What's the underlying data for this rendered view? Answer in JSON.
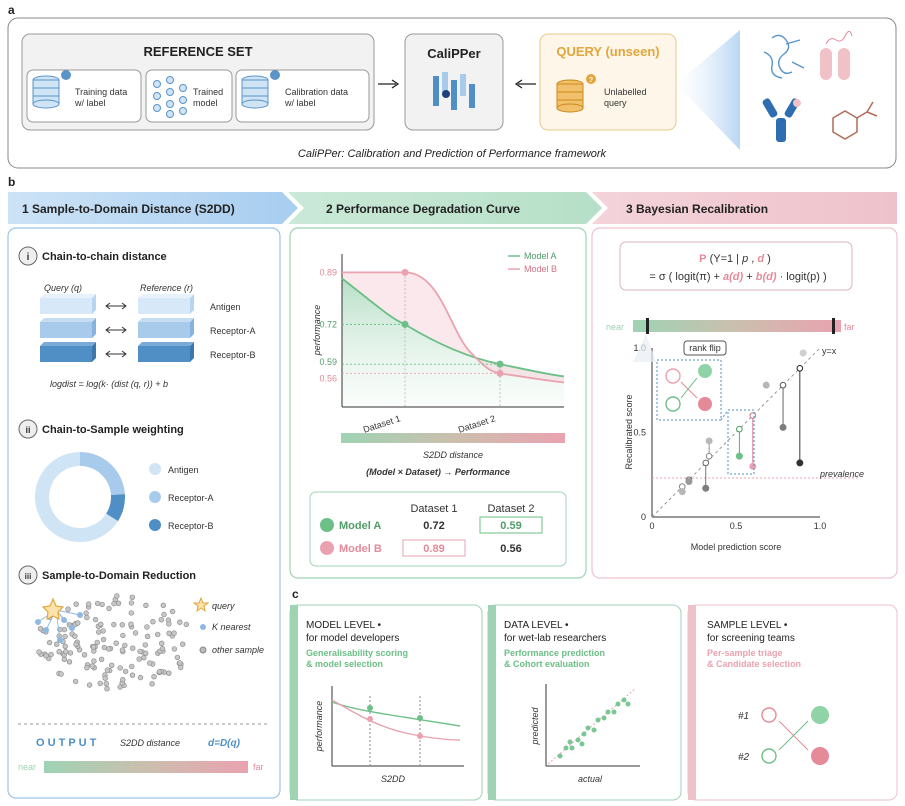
{
  "panel_a": {
    "letter": "a",
    "reference_title": "REFERENCE SET",
    "training_line1": "Training data",
    "training_line2": "w/ label",
    "trained_line1": "Trained",
    "trained_line2": "model",
    "calib_line1": "Calibration data",
    "calib_line2": "w/ label",
    "calipper": "CaliPPer",
    "query_title": "QUERY (unseen)",
    "unlabelled_line1": "Unlabelled",
    "unlabelled_line2": "query",
    "caption": "CaliPPer: Calibration and Prediction of Performance framework"
  },
  "panel_b": {
    "letter": "b",
    "col1_header": "1   Sample-to-Domain Distance  (S2DD)",
    "col2_header": "2  Performance Degradation Curve",
    "col3_header": "3   Bayesian Recalibration",
    "s1": {
      "num": "i",
      "title": "Chain-to-chain distance",
      "query_label": "Query (q)",
      "ref_label": "Reference (r)",
      "chains": [
        "Antigen",
        "Receptor-A",
        "Receptor-B"
      ],
      "formula": "logdist = log(k· (dist (q, r)) + b"
    },
    "s2": {
      "num": "ii",
      "title": "Chain-to-Sample weighting",
      "legend": [
        "Antigen",
        "Receptor-A",
        "Receptor-B"
      ],
      "weights": [
        0.66,
        0.24,
        0.1
      ],
      "colors": [
        "#cfe4f5",
        "#a9cbeb",
        "#4f8fc6"
      ]
    },
    "s3": {
      "num": "iii",
      "title": "Sample-to-Domain Reduction",
      "legend": [
        "query",
        "K nearest",
        "other sample"
      ]
    },
    "output": {
      "label": "O U T P U T",
      "s2dd": "S2DD distance",
      "formula": "d=D(q)",
      "near": "near",
      "far": "far"
    },
    "curve": {
      "ylabel": "performance",
      "ticks": [
        "0.89",
        "0.72",
        "0.59",
        "0.56"
      ],
      "xcats": [
        "Dataset 1",
        "Dataset 2"
      ],
      "legend_a": "Model A",
      "legend_b": "Model B",
      "axis_title": "S2DD distance",
      "subtitle": "(Model × Dataset) → Performance"
    },
    "table": {
      "headers": [
        "Dataset 1",
        "Dataset 2"
      ],
      "rows": [
        {
          "model": "Model A",
          "v1": "0.72",
          "v2": "0.59"
        },
        {
          "model": "Model B",
          "v1": "0.89",
          "v2": "0.56"
        }
      ]
    },
    "recal": {
      "eq_p": "P",
      "eq_cond": "(Y=1 | ",
      "eq_p2": "p",
      "eq_comma": " , ",
      "eq_d": "d",
      "eq_close": " )",
      "eq_line2_a": "= σ ( logit(π) + ",
      "eq_ad": "a(d)",
      "eq_plus": " + ",
      "eq_bd": "b(d)",
      "eq_line2_b": " · logit(p) )",
      "near": "near",
      "far": "far",
      "rank_flip": "rank flip",
      "ylabel": "Recalibrated score",
      "xlabel": "Model prediction score",
      "yx": "y=x",
      "prevalence": "prevalence",
      "yticks": [
        "1.0",
        "0.5",
        "0"
      ],
      "xticks": [
        "0",
        "0.5",
        "1.0"
      ]
    }
  },
  "panel_c": {
    "letter": "c",
    "model_level": {
      "title": "MODEL LEVEL •",
      "audience": "for model developers",
      "green_line1": "Generalisability scoring",
      "green_line2": "& model selection",
      "ylabel": "performance",
      "xlabel": "S2DD"
    },
    "data_level": {
      "title": "DATA LEVEL •",
      "audience": "for wet-lab researchers",
      "green_line1": "Performance prediction",
      "green_line2": "& Cohort evaluation",
      "ylabel": "predicted",
      "xlabel": "actual"
    },
    "sample_level": {
      "title": "SAMPLE LEVEL •",
      "audience": "for screening teams",
      "pink_line1": "Per-sample triage",
      "pink_line2": "& Candidate selection",
      "rank1": "#1",
      "rank2": "#2"
    }
  }
}
